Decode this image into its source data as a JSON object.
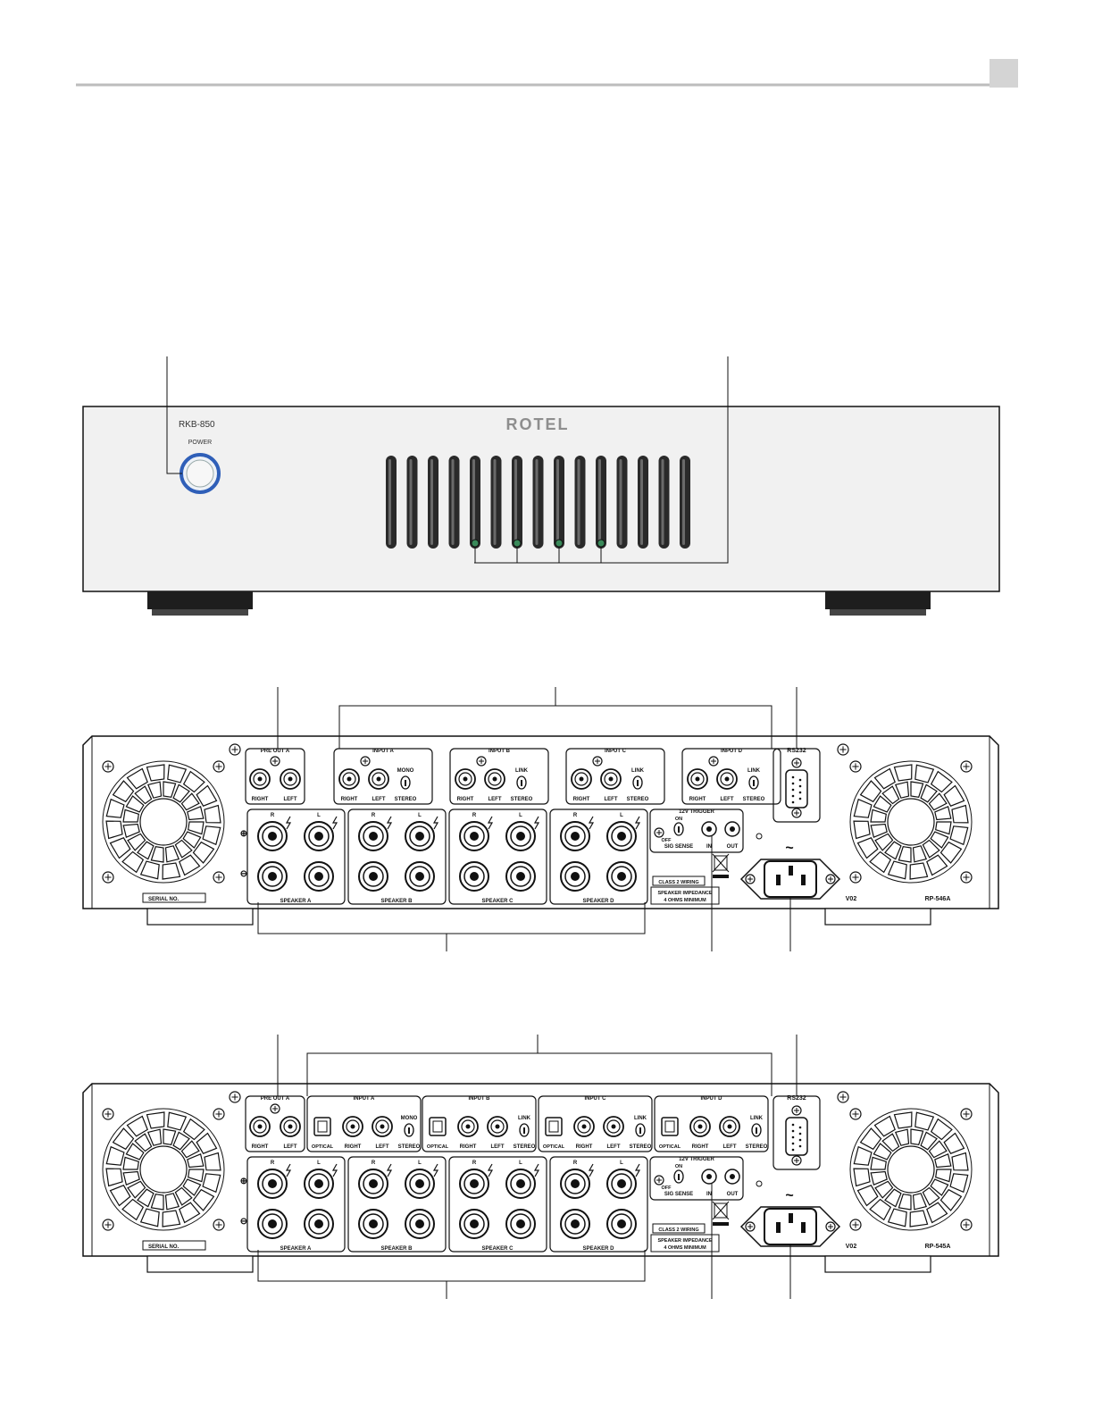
{
  "front": {
    "model": "RKB-850",
    "power_label": "POWER",
    "brand": "ROTEL",
    "vents": 15,
    "leds": [
      5,
      7,
      9,
      11
    ]
  },
  "rear_a": {
    "model": "RP-546A",
    "version": "V02",
    "serial_label": "SERIAL NO.",
    "pre_out_label": "PRE OUT A",
    "right_label": "RIGHT",
    "left_label": "LEFT",
    "inputs": [
      {
        "label": "INPUT A",
        "switch_top": "MONO"
      },
      {
        "label": "INPUT B",
        "switch_top": "LINK"
      },
      {
        "label": "INPUT C",
        "switch_top": "LINK"
      },
      {
        "label": "INPUT D",
        "switch_top": "LINK"
      }
    ],
    "stereo_label": "STEREO",
    "rs232_label": "RS232",
    "speakers": [
      "SPEAKER A",
      "SPEAKER B",
      "SPEAKER C",
      "SPEAKER D"
    ],
    "r_label": "R",
    "l_label": "L",
    "trigger_label": "12V TRIGGER",
    "on_label": "ON",
    "off_label": "OFF",
    "sig_sense_label": "SIG SENSE",
    "in_label": "IN",
    "out_label": "OUT",
    "class2_label": "CLASS 2 WIRING",
    "impedance_line1": "SPEAKER IMPEDANCE",
    "impedance_line2": "4 OHMS MINIMUM",
    "ac_symbol": "~",
    "plus_symbol": "⊕",
    "minus_symbol": "⊖"
  },
  "rear_b": {
    "model": "RP-545A",
    "version": "V02",
    "serial_label": "SERIAL NO.",
    "pre_out_label": "PRE OUT A",
    "right_label": "RIGHT",
    "left_label": "LEFT",
    "optical_label": "OPTICAL",
    "inputs": [
      {
        "label": "INPUT A",
        "switch_top": "MONO"
      },
      {
        "label": "INPUT B",
        "switch_top": "LINK"
      },
      {
        "label": "INPUT C",
        "switch_top": "LINK"
      },
      {
        "label": "INPUT D",
        "switch_top": "LINK"
      }
    ],
    "stereo_label": "STEREO",
    "rs232_label": "RS232",
    "speakers": [
      "SPEAKER A",
      "SPEAKER B",
      "SPEAKER C",
      "SPEAKER D"
    ],
    "r_label": "R",
    "l_label": "L",
    "trigger_label": "12V TRIGGER",
    "on_label": "ON",
    "off_label": "OFF",
    "sig_sense_label": "SIG SENSE",
    "in_label": "IN",
    "out_label": "OUT",
    "class2_label": "CLASS 2 WIRING",
    "impedance_line1": "SPEAKER IMPEDANCE",
    "impedance_line2": "4 OHMS MINIMUM",
    "ac_symbol": "~",
    "plus_symbol": "⊕",
    "minus_symbol": "⊖"
  }
}
